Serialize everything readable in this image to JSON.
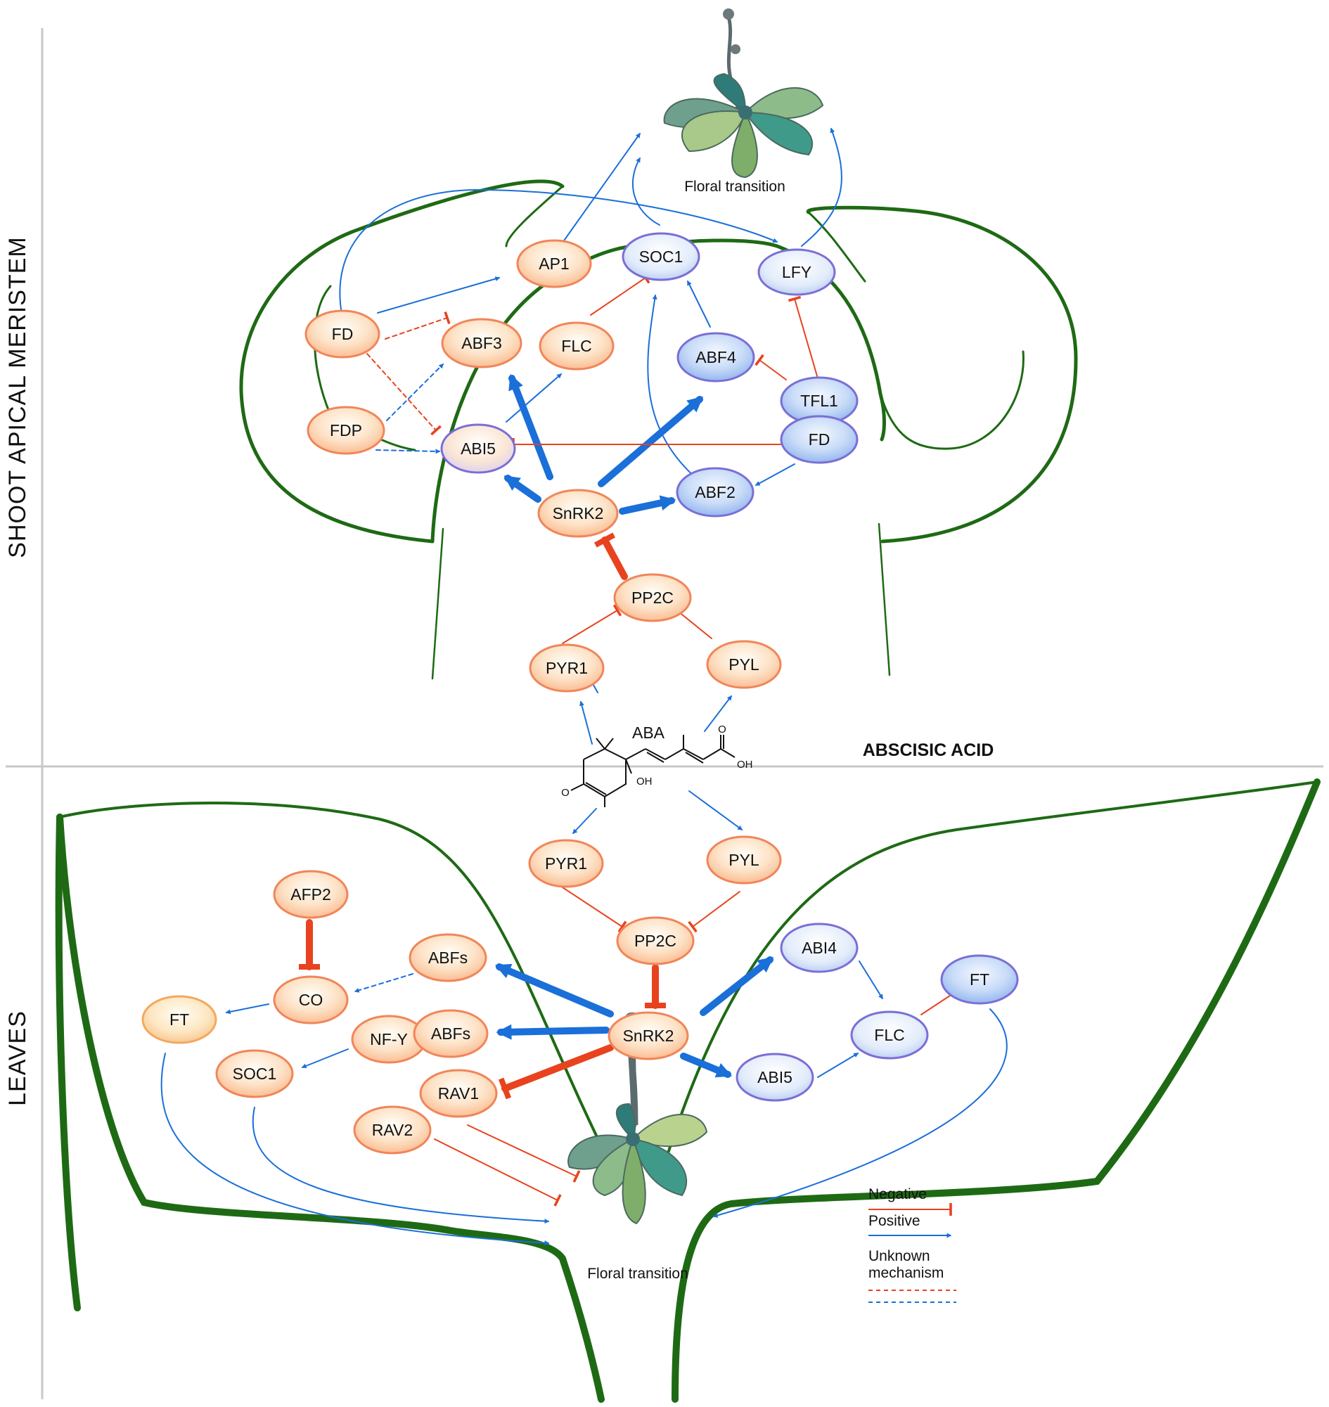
{
  "sections": {
    "shoot": "SHOOT APICAL MERISTEM",
    "leaves": "LEAVES",
    "abscisic_acid": "ABSCISIC ACID"
  },
  "captions": {
    "floral_top": "Floral transition",
    "floral_bottom": "Floral transition"
  },
  "chemical": {
    "name": "ABA",
    "o1": "O",
    "oh1": "OH",
    "oh2": "OH",
    "o2": "O"
  },
  "colors": {
    "negative": "#e8431e",
    "positive": "#1a6fd9",
    "tissue": "#1e6a14",
    "orange_fill": "#fbc7a2",
    "orange_stroke": "#f0865a",
    "blue_fill": "#a9c6f2",
    "blue_stroke": "#7a6fd6"
  },
  "nodes": {
    "ap1": "AP1",
    "soc1_top": "SOC1",
    "lfy": "LFY",
    "fd_top": "FD",
    "abf3": "ABF3",
    "flc_top": "FLC",
    "abf4": "ABF4",
    "tfl1": "TFL1",
    "fd_blue": "FD",
    "fdp": "FDP",
    "abi5_top": "ABI5",
    "abf2": "ABF2",
    "snrk2_top": "SnRK2",
    "pp2c_top": "PP2C",
    "pyr1_top": "PYR1",
    "pyl_top": "PYL",
    "pyr1_bot": "PYR1",
    "pyl_bot": "PYL",
    "pp2c_bot": "PP2C",
    "afp2": "AFP2",
    "abfs_1": "ABFs",
    "co": "CO",
    "ft_left": "FT",
    "nfy": "NF-Y",
    "abfs_2": "ABFs",
    "soc1_bot": "SOC1",
    "rav1": "RAV1",
    "rav2": "RAV2",
    "snrk2_bot": "SnRK2",
    "abi4": "ABI4",
    "ft_right": "FT",
    "flc_bot": "FLC",
    "abi5_bot": "ABI5"
  },
  "legend": {
    "negative": "Negative",
    "positive": "Positive",
    "unknown_1": "Unknown",
    "unknown_2": "mechanism"
  }
}
